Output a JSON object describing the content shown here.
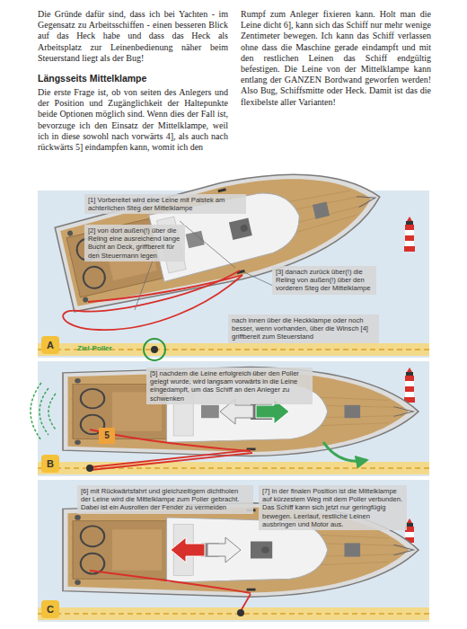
{
  "diagram": {
    "nodes": [
      {
        "text": [
          "A"
        ]
      },
      {
        "text": [
          "[1] Vorbereitet wird eine Leine mit Palstek am achterlichen Steg der Mittelklampe"
        ],
        "in": 0
      },
      {
        "text": [
          "[2] von dort außen(!) über die Reling eine ausreichend lange Bucht an Deck, griffbereit für den Steuermann legen"
        ],
        "in": 0
      },
      {
        "text": [
          "[3] danach zurück über(!) die Reling von außen(!) über den vorderen Steg der Mittelklampe"
        ],
        "in": 0
      },
      {
        "text": [
          "nach innen über die Heckklampe oder noch besser, wenn vorhanden, über die Winsch [4] griffbereit zum Steuerstand"
        ],
        "in": 0
      },
      {
        "text": [
          "B"
        ]
      },
      {
        "text": [
          "[5] nachdem die Leine erfolgreich über den Poller gelegt wurde, wird langsam vorwärts in die Leine eingedampft, um das Schiff an den Anleger zu schwenken"
        ],
        "in": 5
      },
      {
        "text": [
          "5"
        ],
        "in": 5
      },
      {
        "text": [
          "C"
        ]
      },
      {
        "text": [
          "[6] mit Rückwärtsfahrt und gleichzeitigem dichtholen der Leine wird die Mittelklampe zum Poller gebracht. Dabei ist ein Ausrollen der Fender zu vermeiden"
        ],
        "in": 8
      },
      {
        "text": [
          "[7] in der finalen Position ist die Mittelklampe auf kürzestem Weg mit dem Poller verbunden. Das Schiff kann sich jetzt nur geringfügig bewegen. Leerlauf, restliche Leinen ausbringen und Motor aus."
        ],
        "in": 8
      }
    ],
    "labels": [
      "Die Gründe dafür sind, dass ich bei Yachten - im Gegensatz zu Arbeitsschiffen - einen besseren Blick auf das Heck habe und dass das Heck als Arbeitsplatz zur Leinenbedienung näher beim Steuerstand liegt als der Bug!",
      "Längsseits Mittelklampe",
      "Die erste Frage ist, ob von seiten des Anlegers und der Position und Zugänglichkeit der Haltepunkte beide Optionen möglich sind. Wenn dies der Fall ist, bevorzuge ich den Einsatz der Mittelklampe, weil ich in diese sowohl nach vorwärts 4], als auch nach rückwärts 5] eindampfen kann, womit ich den",
      "Rumpf zum Anleger fixieren kann. Holt man die Leine dicht 6], kann sich das Schiff nur mehr wenige Zentimeter bewegen. Ich kann das Schiff verlassen ohne dass die Maschine gerade eindampft und mit den restlichen Leinen das Schiff endgültig befestigen. Die Leine von der Mittelklampe kann entlang der GANZEN Bordwand geworfen werden! Also Bug, Schiffsmitte oder Heck. Damit ist das die flexibelste aller Varianten!",
      "Ziel-Poller"
    ]
  }
}
